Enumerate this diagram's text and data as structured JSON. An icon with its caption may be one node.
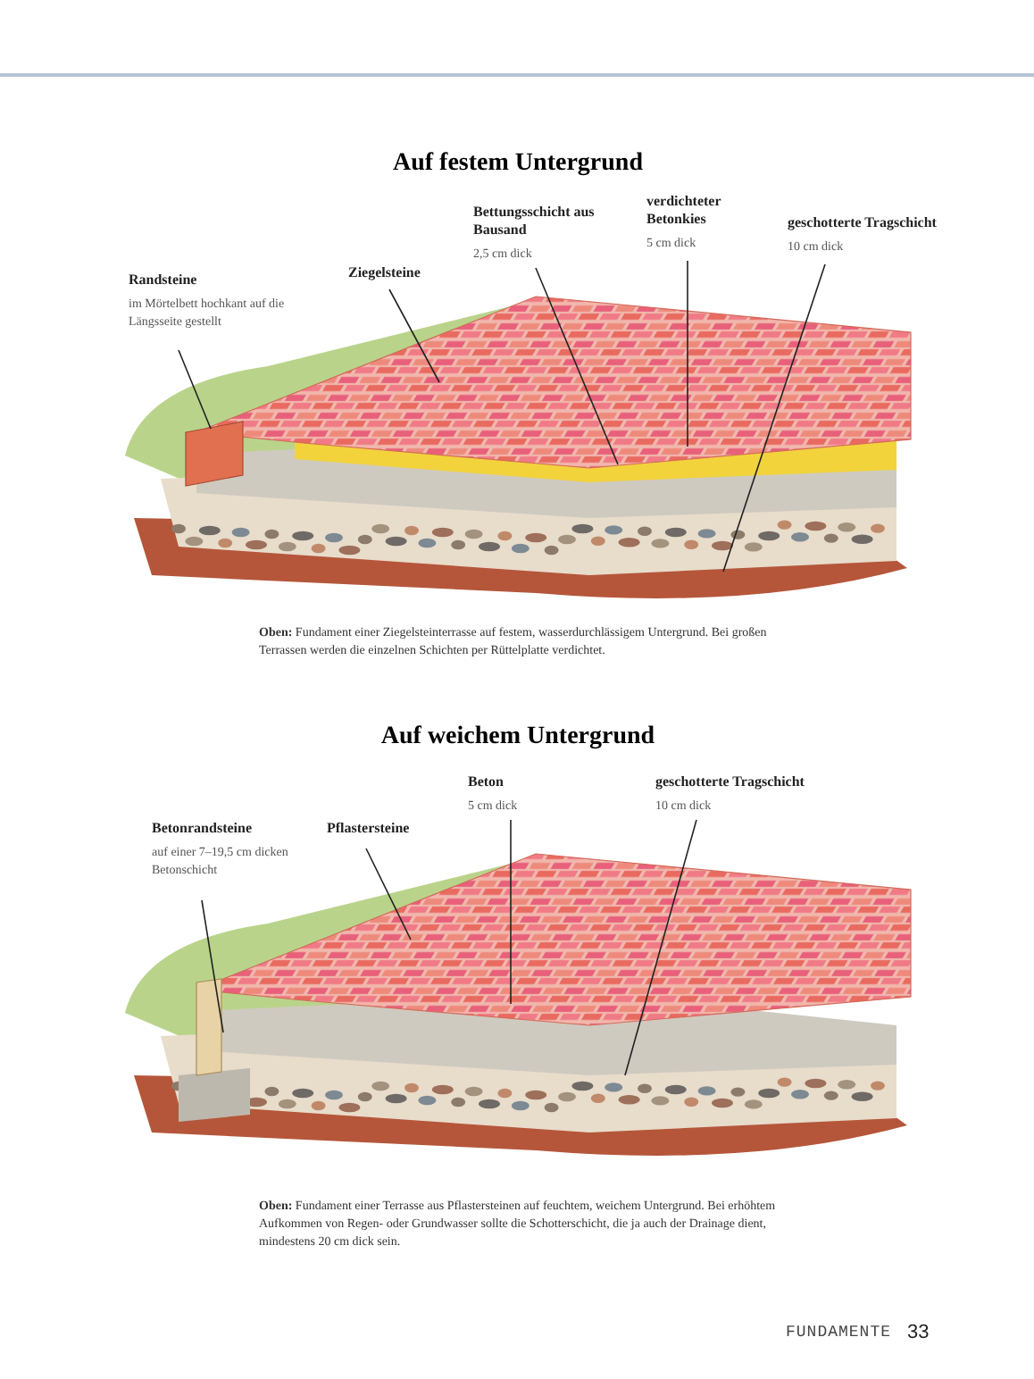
{
  "diagram": {
    "nodes": [
      {
        "text": [
          "Randsteine",
          "im Mörtelbett hochkant auf die Längsseite gestellt"
        ]
      },
      {
        "text": [
          "Ziegelsteine"
        ]
      },
      {
        "text": [
          "Bettungsschicht aus Bausand",
          "2,5 cm dick"
        ]
      },
      {
        "text": [
          "verdichteter Betonkies",
          "5 cm dick"
        ]
      },
      {
        "text": [
          "geschotterte Tragschicht",
          "10 cm dick"
        ]
      },
      {
        "text": [
          "Betonrandsteine",
          "auf einer 7–19,5 cm dicken Betonschicht"
        ]
      },
      {
        "text": [
          "Pflastersteine"
        ]
      },
      {
        "text": [
          "Beton",
          "5 cm dick"
        ]
      },
      {
        "text": [
          "geschotterte Tragschicht",
          "10 cm dick"
        ]
      }
    ],
    "edges": [
      {
        "from": 0,
        "to": null,
        "arrow": "none"
      },
      {
        "from": 1,
        "to": null,
        "arrow": "none"
      },
      {
        "from": 2,
        "to": null,
        "arrow": "none"
      },
      {
        "from": 3,
        "to": null,
        "arrow": "none"
      },
      {
        "from": 4,
        "to": null,
        "arrow": "none"
      },
      {
        "from": 5,
        "to": null,
        "arrow": "none"
      },
      {
        "from": 6,
        "to": null,
        "arrow": "none"
      },
      {
        "from": 7,
        "to": null,
        "arrow": "none"
      },
      {
        "from": 8,
        "to": null,
        "arrow": "none"
      }
    ],
    "labels": [
      "Auf festem Untergrund",
      "**Oben:** Fundament einer Ziegelsteinterrasse auf festem, wasserdurchlässigem Untergrund. Bei großen Terrassen werden die einzelnen Schichten per Rüttelplatte verdichtet.",
      "Auf weichem Untergrund",
      "**Oben:** Fundament einer Terrasse aus Pflastersteinen auf feuchtem, weichem Untergrund. Bei erhöhtem Aufkommen von Regen- oder Grundwasser sollte die Schotterschicht, die ja auch der Drainage dient, mindestens 20 cm dick sein.",
      "FUNDAMENTE",
      "33"
    ]
  }
}
